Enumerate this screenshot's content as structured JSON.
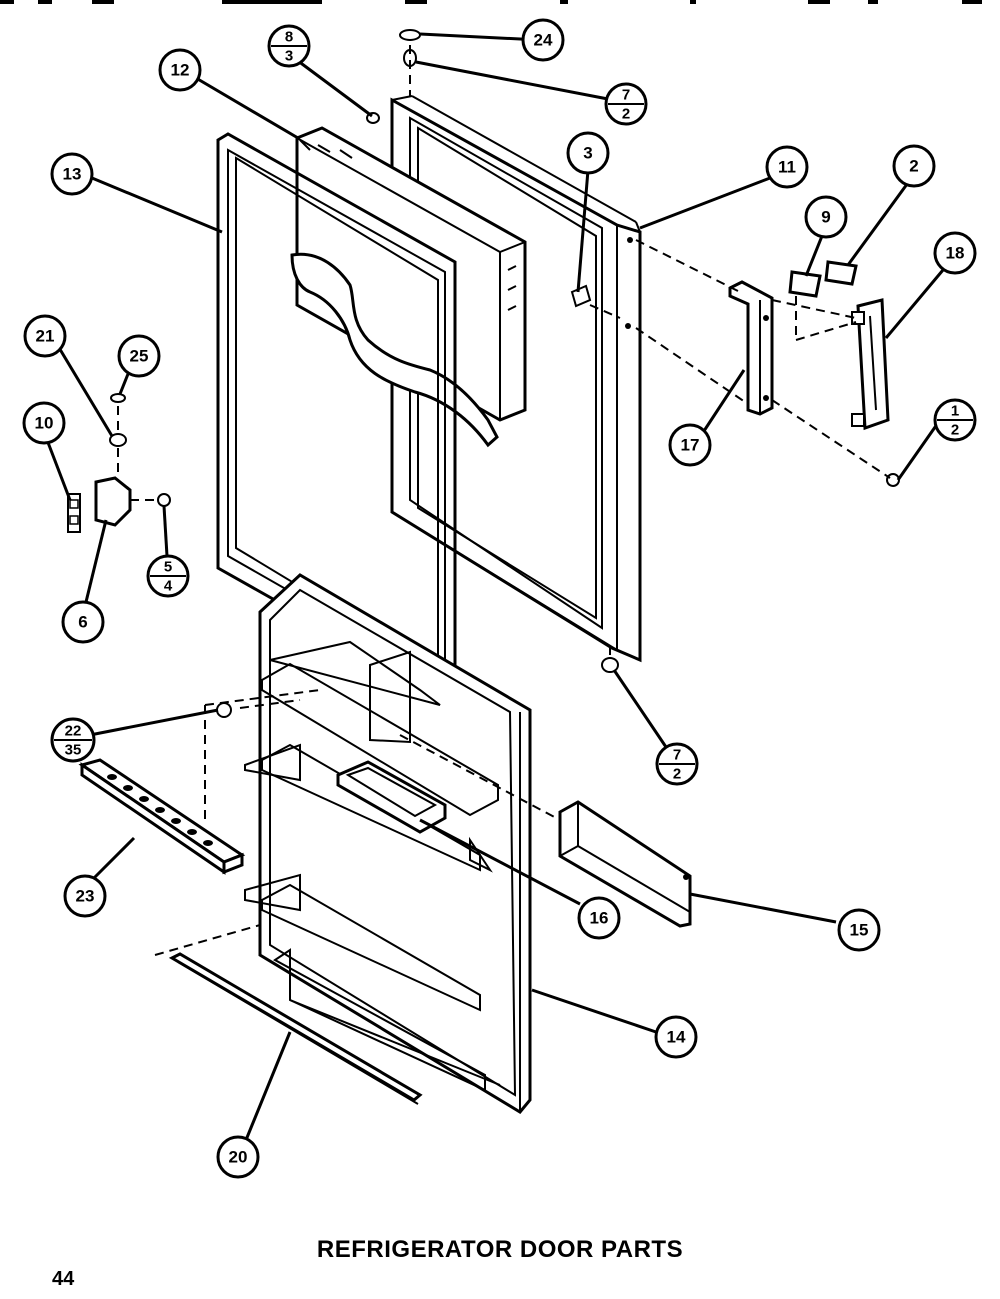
{
  "caption": "REFRIGERATOR DOOR PARTS",
  "page_number": "44",
  "callouts": [
    {
      "id": "c24",
      "label": "24"
    },
    {
      "id": "c12",
      "label": "12"
    },
    {
      "id": "c13",
      "label": "13"
    },
    {
      "id": "c3",
      "label": "3"
    },
    {
      "id": "c11",
      "label": "11"
    },
    {
      "id": "c2",
      "label": "2"
    },
    {
      "id": "c9",
      "label": "9"
    },
    {
      "id": "c18",
      "label": "18"
    },
    {
      "id": "c21",
      "label": "21"
    },
    {
      "id": "c25",
      "label": "25"
    },
    {
      "id": "c10",
      "label": "10"
    },
    {
      "id": "c17",
      "label": "17"
    },
    {
      "id": "c6",
      "label": "6"
    },
    {
      "id": "c23",
      "label": "23"
    },
    {
      "id": "c16",
      "label": "16"
    },
    {
      "id": "c15",
      "label": "15"
    },
    {
      "id": "c14",
      "label": "14"
    },
    {
      "id": "c20",
      "label": "20"
    }
  ],
  "fraction_callouts": [
    {
      "id": "f8_3",
      "top": "8",
      "bottom": "3"
    },
    {
      "id": "f7_2a",
      "top": "7",
      "bottom": "2"
    },
    {
      "id": "f1_2",
      "top": "1",
      "bottom": "2"
    },
    {
      "id": "f5_4",
      "top": "5",
      "bottom": "4"
    },
    {
      "id": "f7_2b",
      "top": "7",
      "bottom": "2"
    },
    {
      "id": "f22_35",
      "top": "22",
      "bottom": "35"
    }
  ]
}
